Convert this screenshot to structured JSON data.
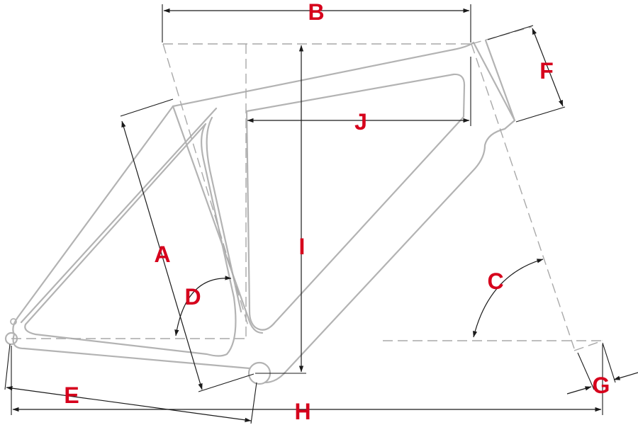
{
  "colors": {
    "label": "#d6001c",
    "frame": "#b3b3b3",
    "dimension": "#1a1a1a"
  },
  "labels": {
    "A": "A",
    "B": "B",
    "C": "C",
    "D": "D",
    "E": "E",
    "F": "F",
    "G": "G",
    "H": "H",
    "I": "I",
    "J": "J"
  }
}
